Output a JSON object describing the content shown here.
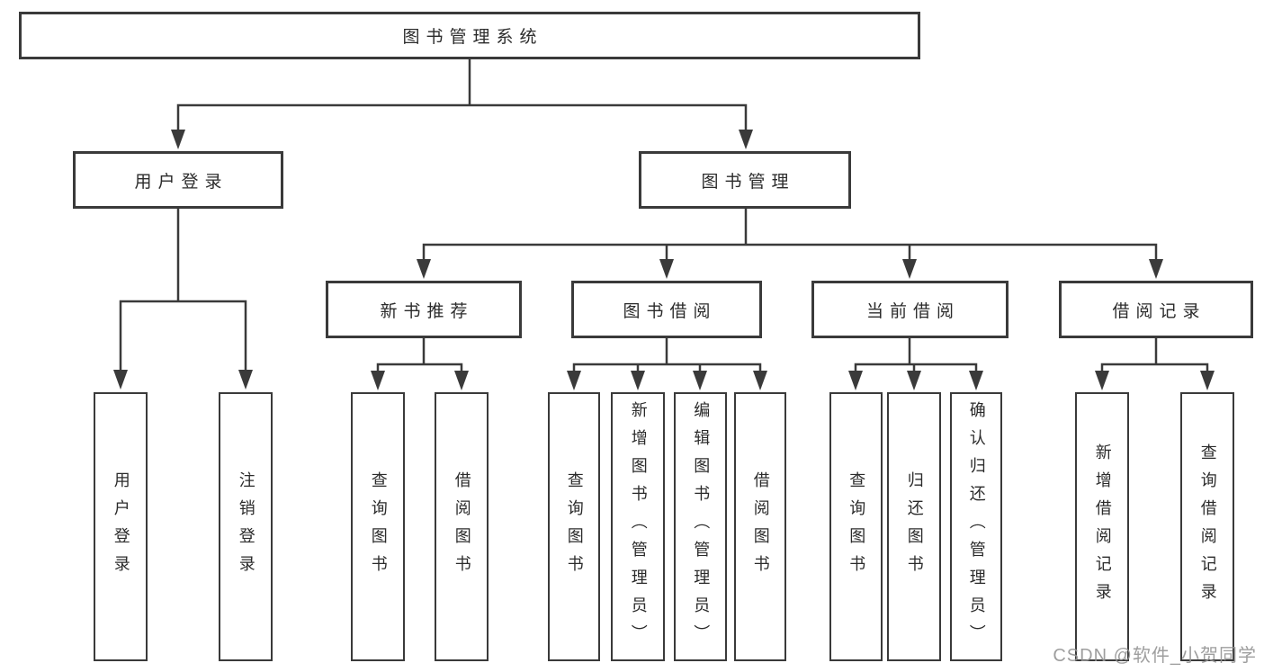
{
  "tree": {
    "label": "图书管理系统",
    "children": [
      {
        "label": "用户登录",
        "children": [
          {
            "label": "用户登录"
          },
          {
            "label": "注销登录"
          }
        ]
      },
      {
        "label": "图书管理",
        "children": [
          {
            "label": "新书推荐",
            "children": [
              {
                "label": "查询图书"
              },
              {
                "label": "借阅图书"
              }
            ]
          },
          {
            "label": "图书借阅",
            "children": [
              {
                "label": "查询图书"
              },
              {
                "label": "新增图书（管理员）"
              },
              {
                "label": "编辑图书（管理员）"
              },
              {
                "label": "借阅图书"
              }
            ]
          },
          {
            "label": "当前借阅",
            "children": [
              {
                "label": "查询图书"
              },
              {
                "label": "归还图书"
              },
              {
                "label": "确认归还（管理员）"
              }
            ]
          },
          {
            "label": "借阅记录",
            "children": [
              {
                "label": "新增借阅记录"
              },
              {
                "label": "查询借阅记录"
              }
            ]
          }
        ]
      }
    ]
  },
  "watermark": "CSDN @软件_小贺同学",
  "colors": {
    "line": "#3a3a3a",
    "text": "#2b2b2b",
    "background": "#ffffff",
    "watermark": "#949494"
  }
}
